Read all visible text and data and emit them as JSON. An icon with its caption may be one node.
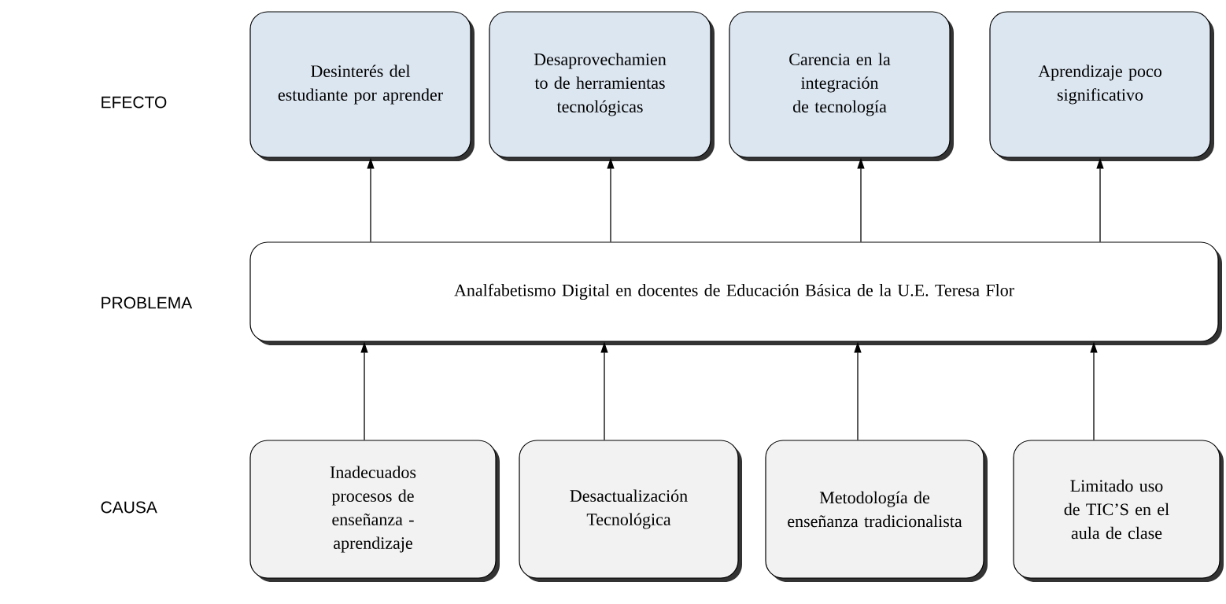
{
  "diagram": {
    "nodes": [
      {
        "text": [
          "Desinterés del estudiante por aprender"
        ]
      },
      {
        "text": [
          "Desaprovechamien to de herramientas tecnológicas"
        ]
      },
      {
        "text": [
          "Carencia en la integración de tecnología"
        ]
      },
      {
        "text": [
          "Aprendizaje poco significativo"
        ]
      },
      {
        "text": [
          "Analfabetismo Digital en docentes de Educación Básica de la U.E. Teresa Flor"
        ]
      },
      {
        "text": [
          "Inadecuados procesos de enseñanza - aprendizaje"
        ]
      },
      {
        "text": [
          "Desactualización Tecnológica"
        ]
      },
      {
        "text": [
          "Metodología de enseñanza tradicionalista"
        ]
      },
      {
        "text": [
          "Limitado uso de TIC’S en el aula de clase"
        ]
      }
    ],
    "edges": [
      {
        "from": 4,
        "to": 0,
        "arrow": "to"
      },
      {
        "from": 4,
        "to": 1,
        "arrow": "to"
      },
      {
        "from": 4,
        "to": 2,
        "arrow": "to"
      },
      {
        "from": 4,
        "to": 3,
        "arrow": "to"
      },
      {
        "from": 5,
        "to": 4,
        "arrow": "to"
      },
      {
        "from": 6,
        "to": 4,
        "arrow": "to"
      },
      {
        "from": 7,
        "to": 4,
        "arrow": "to"
      },
      {
        "from": 8,
        "to": 4,
        "arrow": "to"
      }
    ],
    "labels": [
      "EFECTO",
      "PROBLEMA",
      "CAUSA"
    ]
  }
}
